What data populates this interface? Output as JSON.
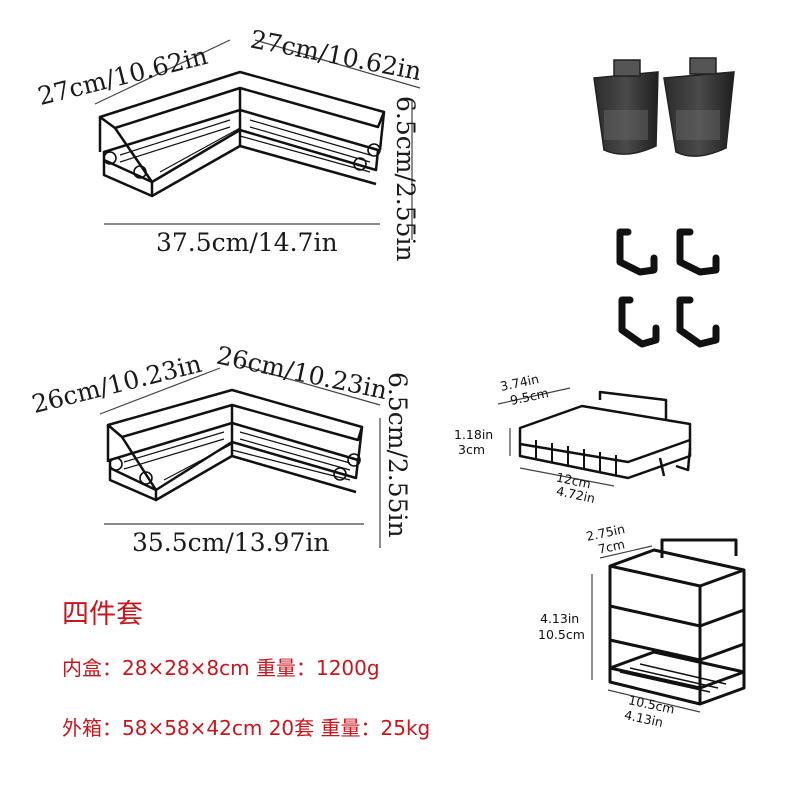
{
  "rack_large": {
    "side_a": "27cm/10.62in",
    "side_b": "27cm/10.62in",
    "height": "6.5cm/2.55in",
    "width": "37.5cm/14.7in"
  },
  "rack_small": {
    "side_a": "26cm/10.23in",
    "side_b": "26cm/10.23in",
    "height": "6.5cm/2.55in",
    "width": "35.5cm/13.97in"
  },
  "soap_dish": {
    "depth_in": "3.74in",
    "depth_cm": "9.5cm",
    "height_in": "1.18in",
    "height_cm": "3cm",
    "length_cm": "12cm",
    "length_in": "4.72in"
  },
  "holder": {
    "depth_in": "2.75in",
    "depth_cm": "7cm",
    "height_in": "4.13in",
    "height_cm": "10.5cm",
    "width_cm": "10.5cm",
    "width_in": "4.13in"
  },
  "package": {
    "title": "四件套",
    "inner_box": "内盒：28×28×8cm 重量：1200g",
    "outer_box": "外箱：58×58×42cm 20套 重量：25kg"
  },
  "accessories": {
    "cups": "cup-icon",
    "hooks": "hook-icon"
  }
}
